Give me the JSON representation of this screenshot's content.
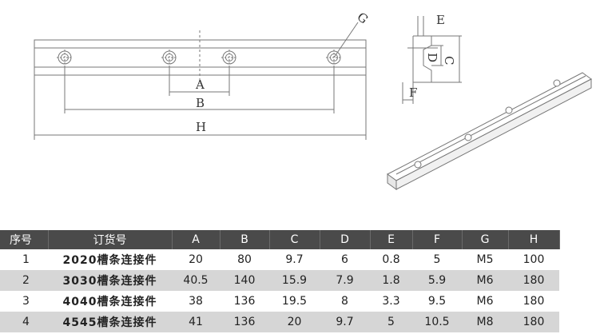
{
  "drawing": {
    "dimension_labels": {
      "a": "A",
      "b": "B",
      "h": "H",
      "g": "G",
      "c": "C",
      "d": "D",
      "e_top": "E",
      "f": "F"
    }
  },
  "table": {
    "headers": [
      "序号",
      "订货号",
      "A",
      "B",
      "C",
      "D",
      "E",
      "F",
      "G",
      "H"
    ],
    "rows": [
      [
        "1",
        "2020槽条连接件",
        "20",
        "80",
        "9.7",
        "6",
        "0.8",
        "5",
        "M5",
        "100"
      ],
      [
        "2",
        "3030槽条连接件",
        "40.5",
        "140",
        "15.9",
        "7.9",
        "1.8",
        "5.9",
        "M6",
        "180"
      ],
      [
        "3",
        "4040槽条连接件",
        "38",
        "136",
        "19.5",
        "8",
        "3.3",
        "9.5",
        "M6",
        "180"
      ],
      [
        "4",
        "4545槽条连接件",
        "41",
        "136",
        "20",
        "9.7",
        "5",
        "10.5",
        "M8",
        "180"
      ]
    ]
  }
}
